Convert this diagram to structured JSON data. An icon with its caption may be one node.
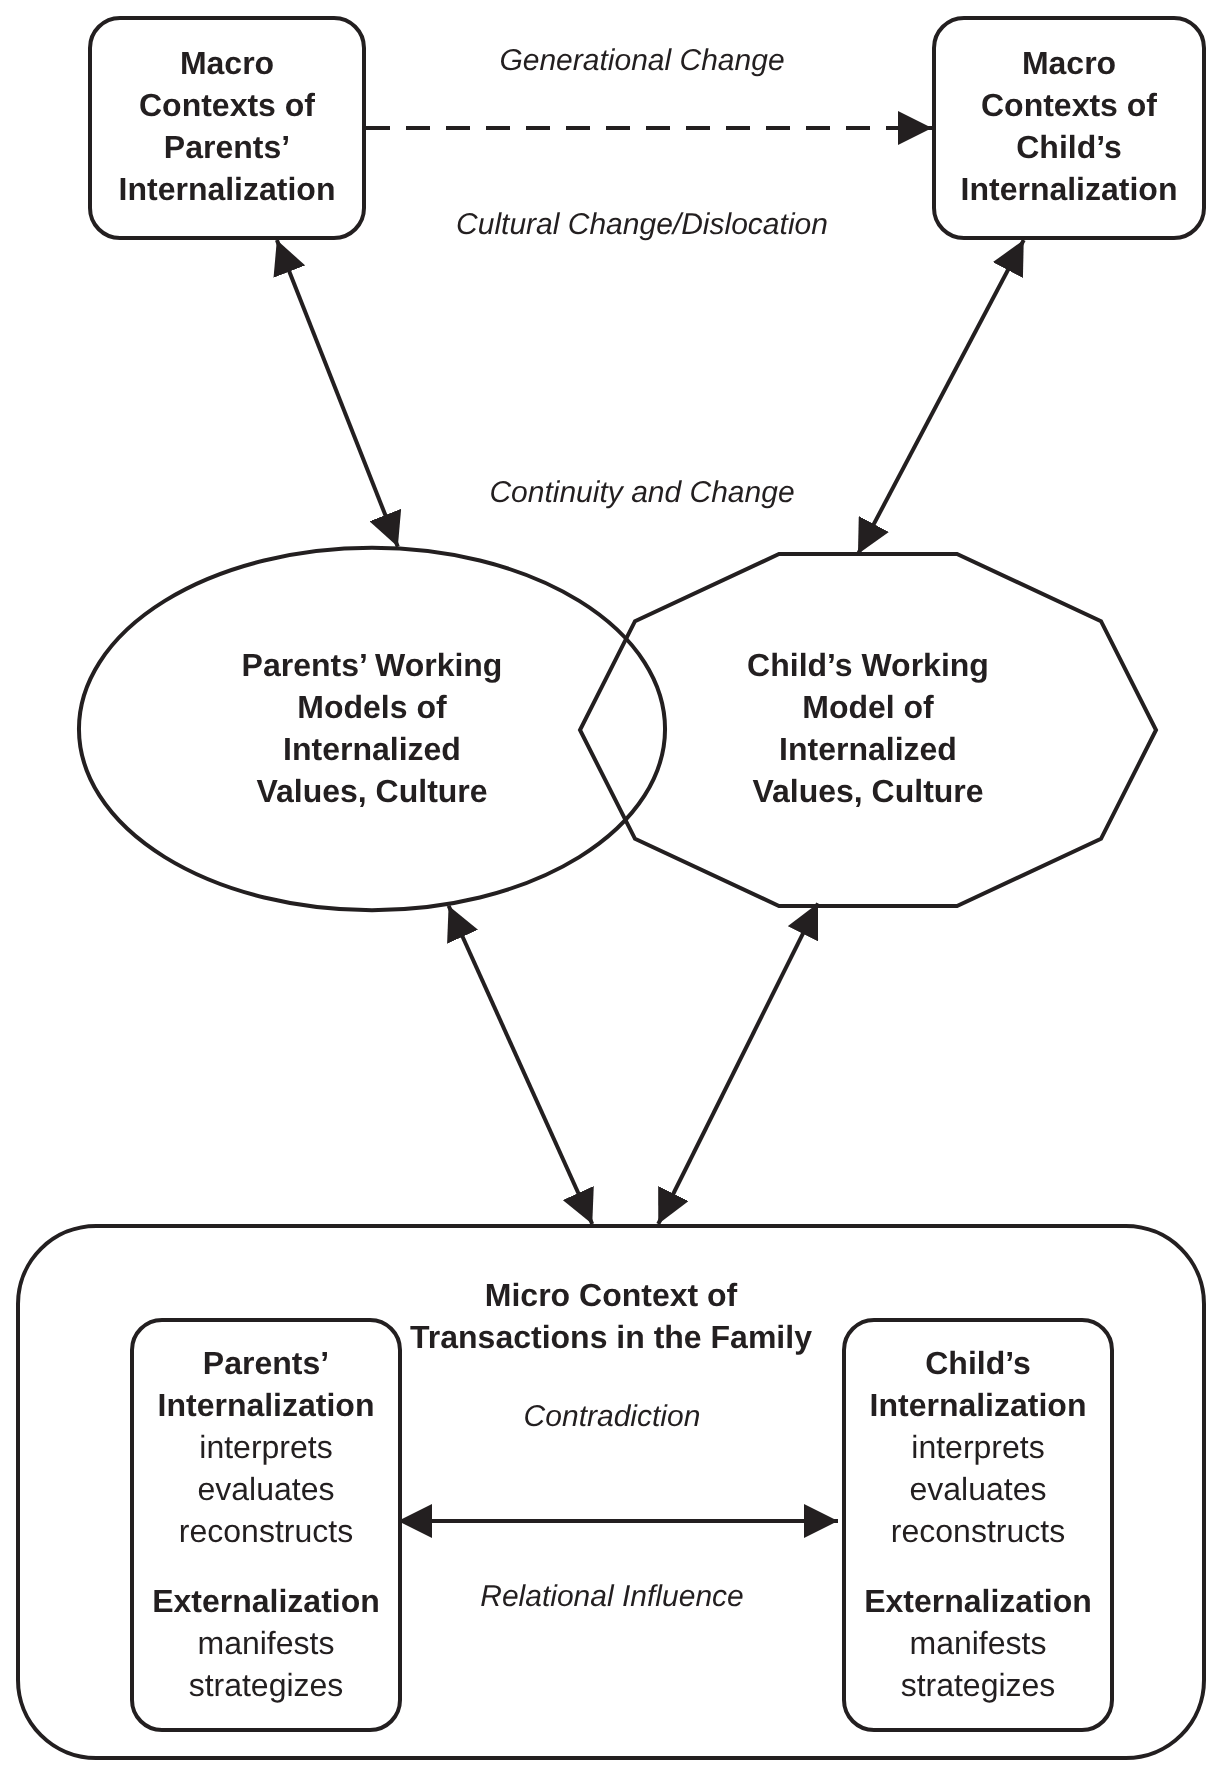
{
  "diagram": {
    "nodes": [
      {
        "text": [
          "Macro Contexts of Parents’ Internalization"
        ]
      },
      {
        "text": [
          "Macro Contexts of Child’s Internalization"
        ]
      },
      {
        "text": [
          "Parents’ Working Models of Internalized Values, Culture"
        ]
      },
      {
        "text": [
          "Child’s Working Model of Internalized Values, Culture"
        ]
      },
      {
        "text": [
          "Micro Context of Transactions in the Family"
        ]
      },
      {
        "text": [
          "Parents’ Internalization",
          "interprets evaluates reconstructs",
          "Externalization",
          "manifests strategizes"
        ],
        "in": 4
      },
      {
        "text": [
          "Child’s Internalization",
          "interprets evaluates reconstructs",
          "Externalization",
          "manifests strategizes"
        ],
        "in": 4
      }
    ],
    "edges": [
      {
        "from": 0,
        "to": 1,
        "arrow": "to",
        "style": "dashed"
      },
      {
        "from": 0,
        "to": 2,
        "arrow": "both"
      },
      {
        "from": 1,
        "to": 3,
        "arrow": "both"
      },
      {
        "from": 2,
        "to": 4,
        "arrow": "both"
      },
      {
        "from": 3,
        "to": 4,
        "arrow": "both"
      },
      {
        "from": 5,
        "to": 6,
        "arrow": "both"
      }
    ],
    "labels": [
      "Generational Change",
      "Cultural Change/Dislocation",
      "Continuity and Change",
      "Contradiction",
      "Relational Influence"
    ]
  }
}
